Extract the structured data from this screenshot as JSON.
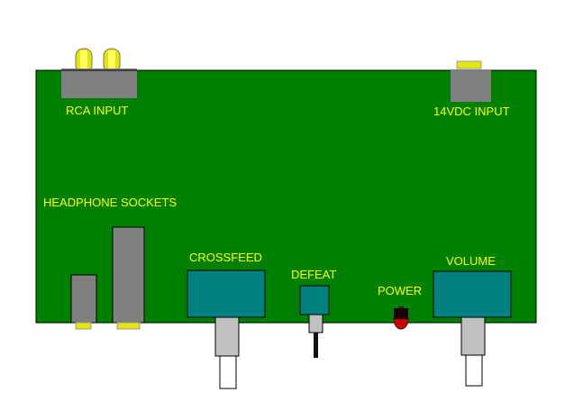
{
  "labels": {
    "rca_input": "RCA INPUT",
    "dc_input": "14VDC INPUT",
    "headphone_sockets": "HEADPHONE SOCKETS",
    "crossfeed": "CROSSFEED",
    "defeat": "DEFEAT",
    "power": "POWER",
    "volume": "VOLUME"
  },
  "colors": {
    "pcb_green": "#008000",
    "label_yellow": "#ffff00",
    "connector_gray": "#808080",
    "pot_teal": "#008080",
    "led_red": "#cc0000",
    "shaft_light_gray": "#c0c0c0",
    "gold": "#e6e600"
  }
}
